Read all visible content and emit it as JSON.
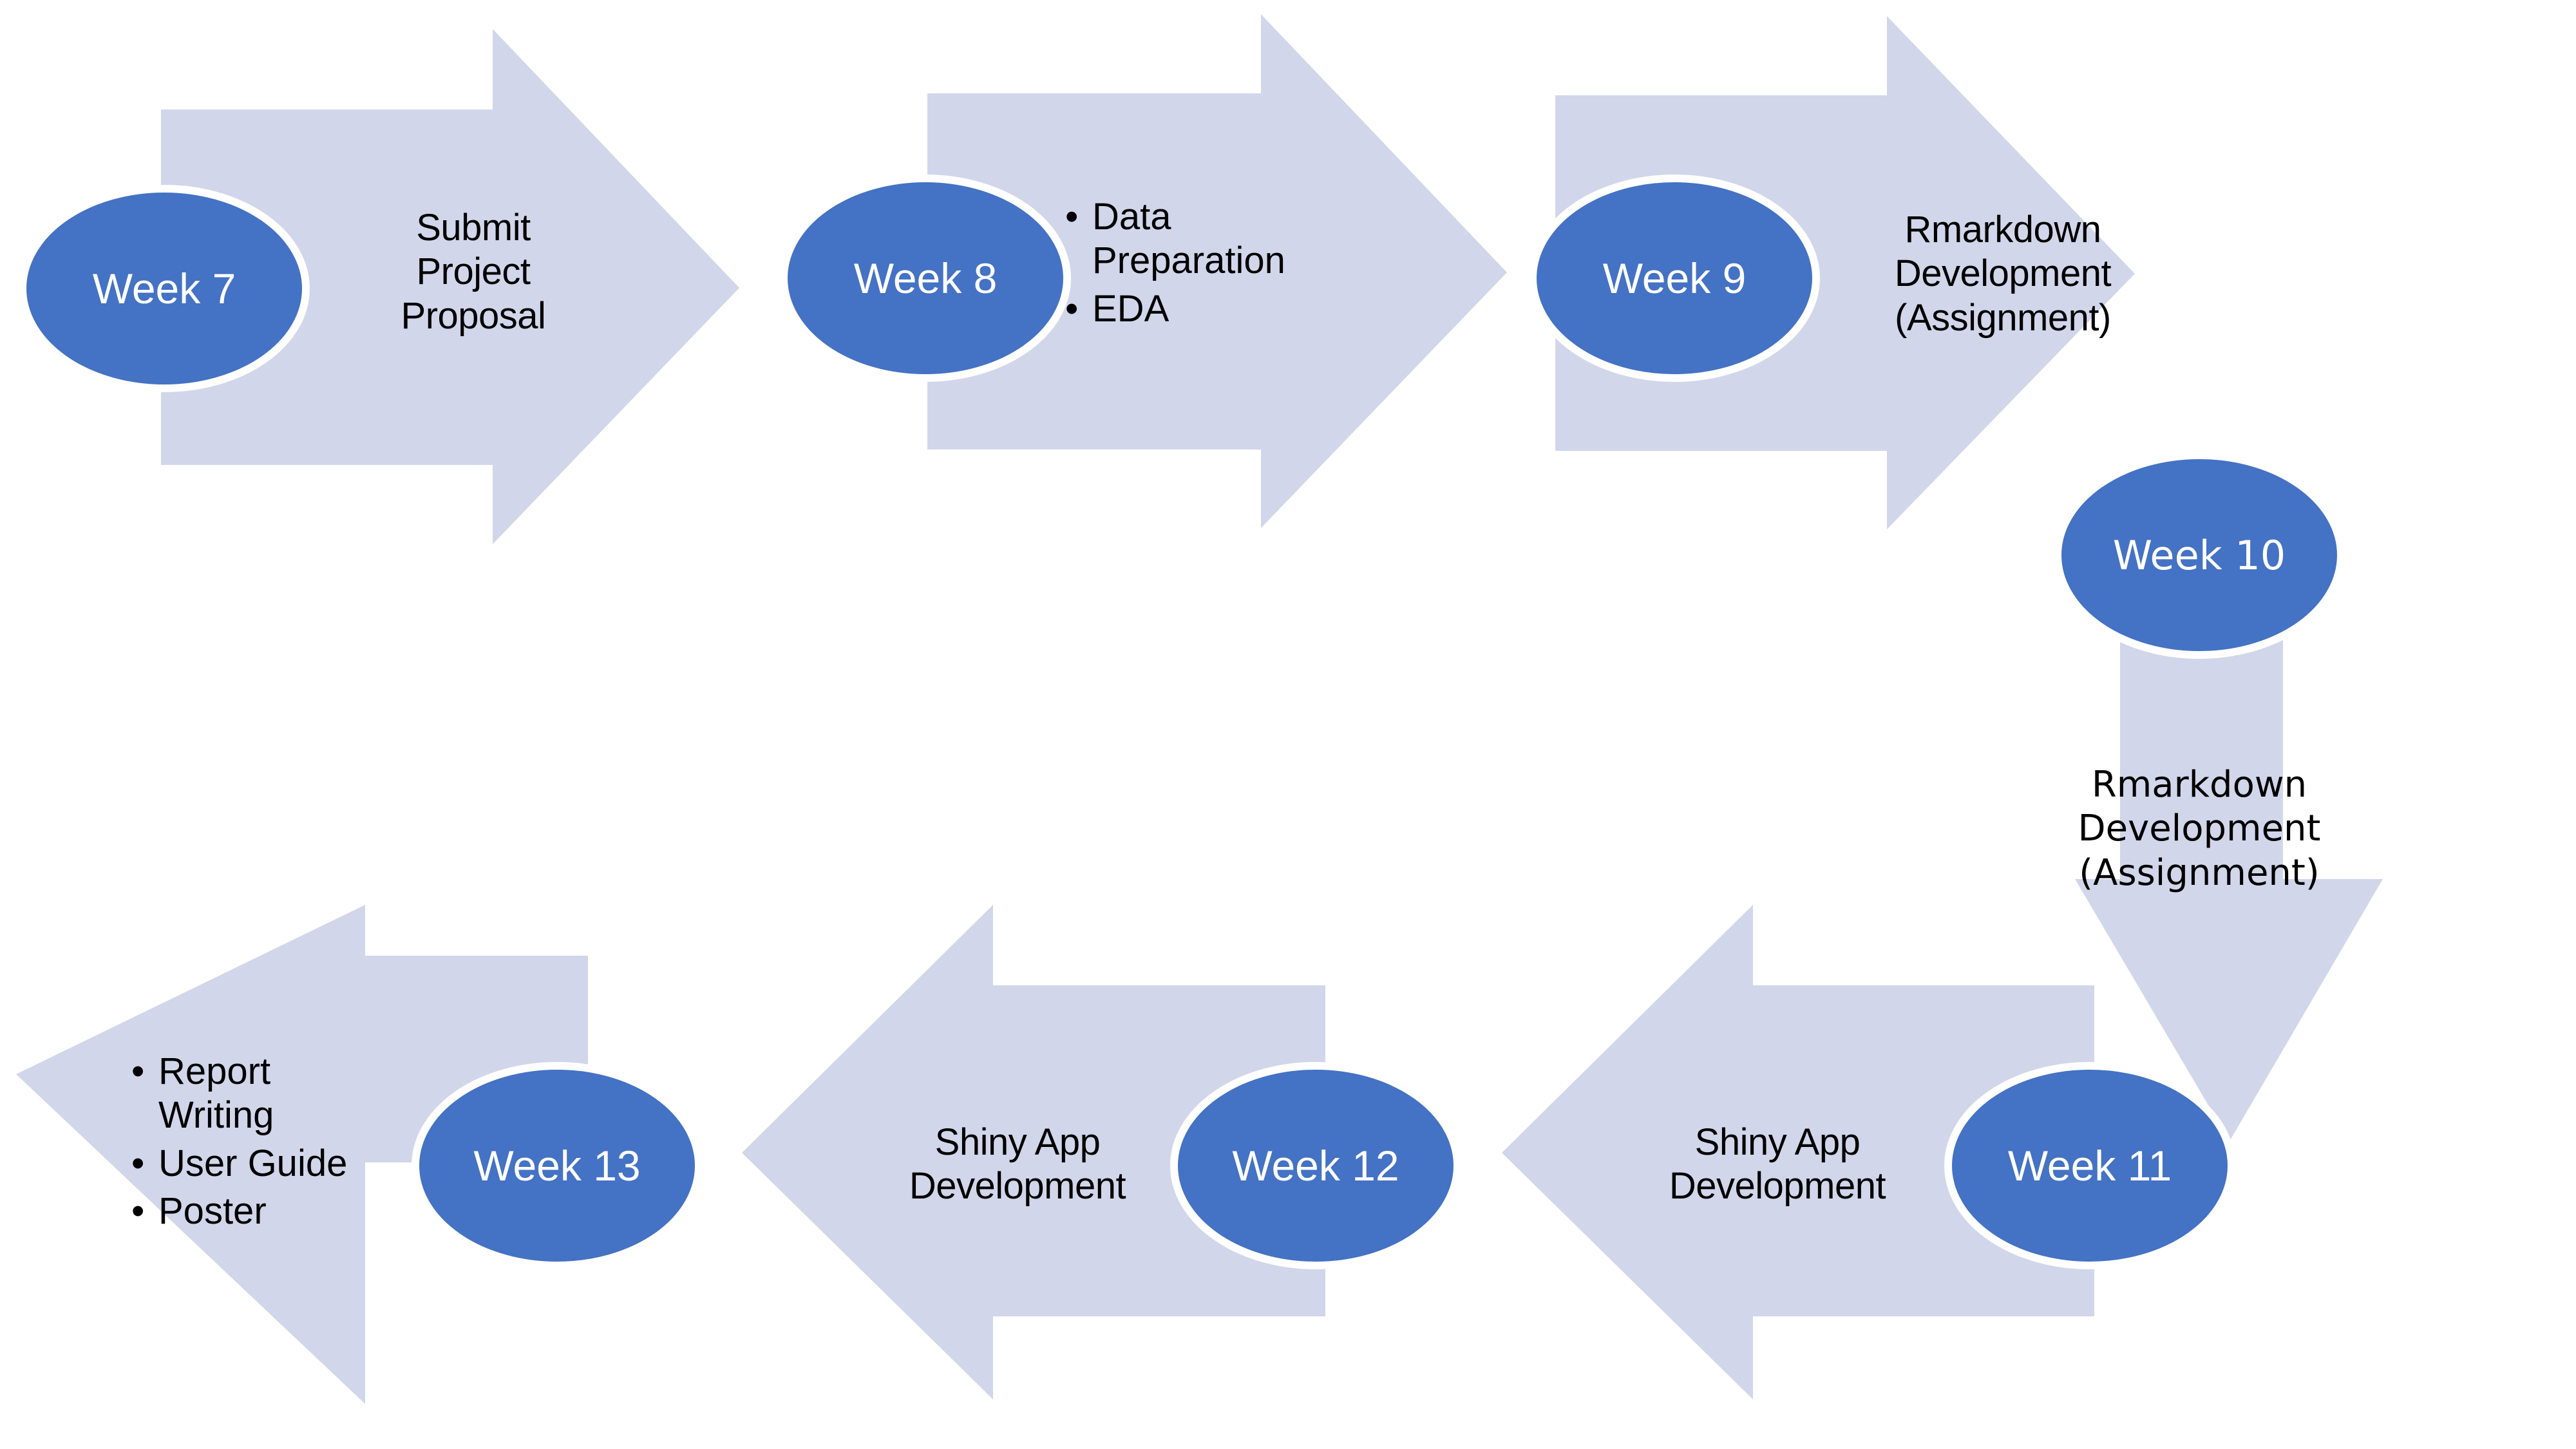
{
  "diagram": {
    "title": "Project weekly timeline flow",
    "colors": {
      "circle_fill": "#4472C4",
      "circle_stroke": "#FFFFFF",
      "arrow_fill": "#D2D6EA",
      "text_dark": "#000000",
      "text_light": "#FFFFFF",
      "background": "#FFFFFF"
    },
    "steps": [
      {
        "id": "week-7",
        "circle_label": "Week 7",
        "direction": "right",
        "text_lines": "Submit\nProject\nProposal",
        "bullets": []
      },
      {
        "id": "week-8",
        "circle_label": "Week 8",
        "direction": "right",
        "text_lines": "",
        "bullets": [
          "Data Preparation",
          "EDA"
        ]
      },
      {
        "id": "week-9",
        "circle_label": "Week 9",
        "direction": "right",
        "text_lines": "Rmarkdown\nDevelopment\n(Assignment)",
        "bullets": []
      },
      {
        "id": "week-10",
        "circle_label": "Week 10",
        "direction": "down",
        "text_lines": "Rmarkdown\nDevelopment\n(Assignment)",
        "bullets": []
      },
      {
        "id": "week-11",
        "circle_label": "Week 11",
        "direction": "left",
        "text_lines": "Shiny App\nDevelopment",
        "bullets": []
      },
      {
        "id": "week-12",
        "circle_label": "Week 12",
        "direction": "left",
        "text_lines": "Shiny App\nDevelopment",
        "bullets": []
      },
      {
        "id": "week-13",
        "circle_label": "Week 13",
        "direction": "left",
        "text_lines": "",
        "bullets": [
          "Report Writing",
          "User Guide",
          "Poster"
        ]
      }
    ],
    "bullets": {
      "week8": {
        "item1_line1": "Data",
        "item1_line2": "Preparation",
        "item2": "EDA"
      },
      "week13": {
        "item1_line1": "Report",
        "item1_line2": "Writing",
        "item2": "User Guide",
        "item3": "Poster"
      }
    }
  }
}
